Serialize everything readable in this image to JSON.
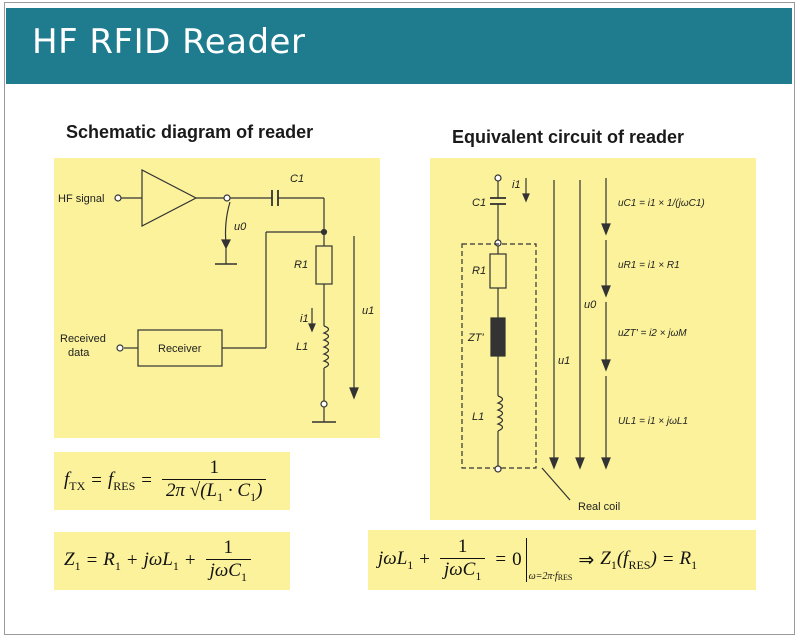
{
  "title": "HF RFID Reader",
  "left_heading": "Schematic diagram of reader",
  "right_heading": "Equivalent circuit of reader",
  "schematic": {
    "hf_signal": "HF signal",
    "received": "Received",
    "data": "data",
    "receiver": "Receiver",
    "c1": "C1",
    "u0": "u0",
    "r1": "R1",
    "i1": "i1",
    "l1": "L1",
    "u1": "u1"
  },
  "equivalent": {
    "c1": "C1",
    "i1": "i1",
    "r1": "R1",
    "zt": "ZT'",
    "l1": "L1",
    "u0": "u0",
    "u1": "u1",
    "real_coil": "Real coil",
    "eq_uc1": "uC1 = i1 × 1/(jωC1)",
    "eq_ur1": "uR1 = i1 × R1",
    "eq_uzt": "uZT' = i2 × jωM",
    "eq_ul1": "UL1 = i1 × jωL1"
  },
  "formulas": {
    "ftx": "fTX = fRES = 1 / (2π √(L1 · C1))",
    "z1": "Z1 = R1 + jωL1 + 1 / (jωC1)",
    "resonance": "jωL1 + 1/(jωC1) = 0 |ω=2π·fRES ⇒ Z1(fRES) = R1"
  },
  "colors": {
    "title_bar": "#1f7c8f",
    "panel": "#fbf29b"
  }
}
